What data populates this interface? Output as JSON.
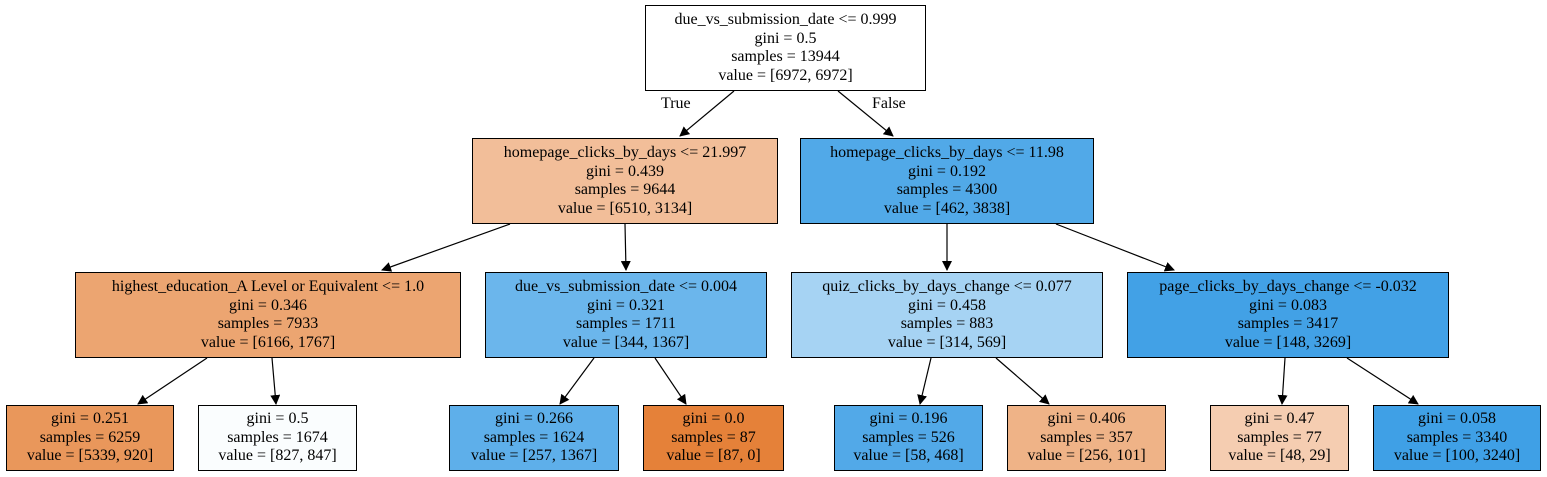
{
  "edge_labels": {
    "true": "True",
    "false": "False"
  },
  "nodes": {
    "root": {
      "split": "due_vs_submission_date <= 0.999",
      "gini": "gini = 0.5",
      "samples": "samples = 13944",
      "value": "value = [6972, 6972]",
      "fill": "#ffffff"
    },
    "l": {
      "split": "homepage_clicks_by_days <= 21.997",
      "gini": "gini = 0.439",
      "samples": "samples = 9644",
      "value": "value = [6510, 3134]",
      "fill": "#f2be99"
    },
    "r": {
      "split": "homepage_clicks_by_days <= 11.98",
      "gini": "gini = 0.192",
      "samples": "samples = 4300",
      "value": "value = [462, 3838]",
      "fill": "#51a9e8"
    },
    "ll": {
      "split": "highest_education_A Level or Equivalent <= 1.0",
      "gini": "gini = 0.346",
      "samples": "samples = 7933",
      "value": "value = [6166, 1767]",
      "fill": "#eca571"
    },
    "lr": {
      "split": "due_vs_submission_date <= 0.004",
      "gini": "gini = 0.321",
      "samples": "samples = 1711",
      "value": "value = [344, 1367]",
      "fill": "#6bb6ec"
    },
    "rl": {
      "split": "quiz_clicks_by_days_change <= 0.077",
      "gini": "gini = 0.458",
      "samples": "samples = 883",
      "value": "value = [314, 569]",
      "fill": "#a6d3f3"
    },
    "rr": {
      "split": "page_clicks_by_days_change <= -0.032",
      "gini": "gini = 0.083",
      "samples": "samples = 3417",
      "value": "value = [148, 3269]",
      "fill": "#42a1e6"
    },
    "lll": {
      "gini": "gini = 0.251",
      "samples": "samples = 6259",
      "value": "value = [5339, 920]",
      "fill": "#e9975b"
    },
    "llr": {
      "gini": "gini = 0.5",
      "samples": "samples = 1674",
      "value": "value = [827, 847]",
      "fill": "#fafdfe"
    },
    "lrl": {
      "gini": "gini = 0.266",
      "samples": "samples = 1624",
      "value": "value = [257, 1367]",
      "fill": "#5eafea"
    },
    "lrr": {
      "gini": "gini = 0.0",
      "samples": "samples = 87",
      "value": "value = [87, 0]",
      "fill": "#e58139"
    },
    "rll": {
      "gini": "gini = 0.196",
      "samples": "samples = 526",
      "value": "value = [58, 468]",
      "fill": "#52a9e8"
    },
    "rlr": {
      "gini": "gini = 0.406",
      "samples": "samples = 357",
      "value": "value = [256, 101]",
      "fill": "#efb387"
    },
    "rrl": {
      "gini": "gini = 0.47",
      "samples": "samples = 77",
      "value": "value = [48, 29]",
      "fill": "#f5cdb1"
    },
    "rrr": {
      "gini": "gini = 0.058",
      "samples": "samples = 3340",
      "value": "value = [100, 3240]",
      "fill": "#3fa0e6"
    }
  }
}
